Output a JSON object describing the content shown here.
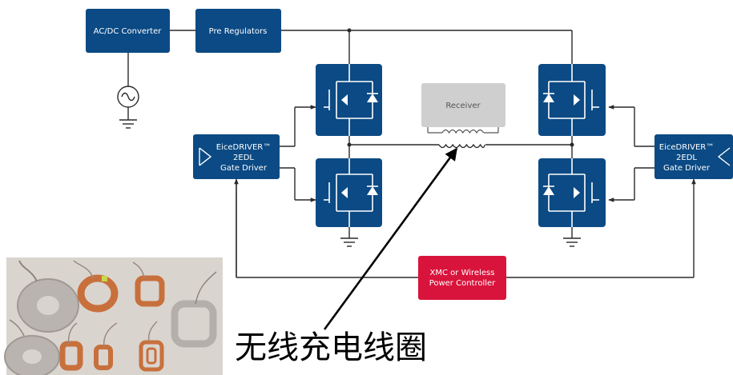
{
  "blocks": {
    "acdc": "AC/DC Converter",
    "pre_reg": "Pre Regulators",
    "receiver": "Receiver",
    "driver_left": [
      "EiceDRIVER™",
      "2EDL",
      "Gate Driver"
    ],
    "driver_right": [
      "EiceDRIVER™",
      "2EDL",
      "Gate Driver"
    ],
    "controller": [
      "XMC or Wireless",
      "Power Controller"
    ]
  },
  "caption": "无线充电线圈",
  "colors": {
    "block_blue": "#0b4a84",
    "controller_red": "#d9143c",
    "receiver_gray": "#cfcfcf",
    "photo_bg": "#d4cdc8",
    "copper": "#c8703c"
  }
}
